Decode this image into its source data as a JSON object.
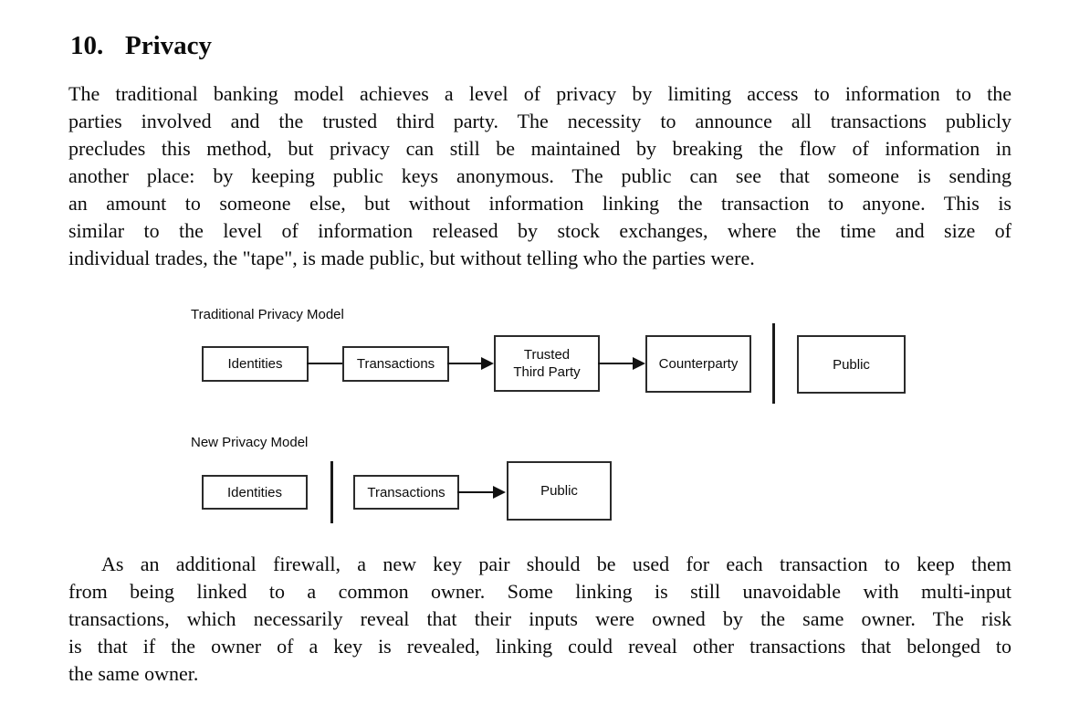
{
  "document": {
    "heading": {
      "number": "10.",
      "title": "Privacy"
    },
    "paragraph1": {
      "lines": [
        "The traditional banking model achieves a level of privacy by limiting access to information to the",
        "parties involved and the trusted third party.  The necessity to announce all transactions publicly",
        "precludes this method, but privacy can still be maintained by breaking the flow of information in",
        "another place: by keeping public keys anonymous.  The public can see that someone is sending",
        "an amount to someone else, but without information linking the transaction to anyone.  This is",
        "similar to the level of information released by stock exchanges, where the time and size of",
        "individual trades, the \"tape\", is made public, but without telling who the parties were."
      ]
    },
    "paragraph2": {
      "lines": [
        "As an additional firewall, a new key pair should be used for each transaction to keep them",
        "from being linked to a common owner.  Some linking is still unavoidable with multi-input",
        "transactions, which necessarily reveal that their inputs were owned by the same owner.  The risk",
        "is that if the owner of a key is revealed, linking could reveal other transactions that belonged to",
        "the same owner."
      ]
    }
  },
  "diagram": {
    "traditional": {
      "label": "Traditional Privacy Model",
      "identities": "Identities",
      "transactions": "Transactions",
      "trusted_third_party": "Trusted\nThird Party",
      "counterparty": "Counterparty",
      "public": "Public"
    },
    "new_model": {
      "label": "New Privacy Model",
      "identities": "Identities",
      "transactions": "Transactions",
      "public": "Public"
    }
  },
  "colors": {
    "background": "#ffffff",
    "text": "#0b0b0b",
    "line": "#111111"
  }
}
